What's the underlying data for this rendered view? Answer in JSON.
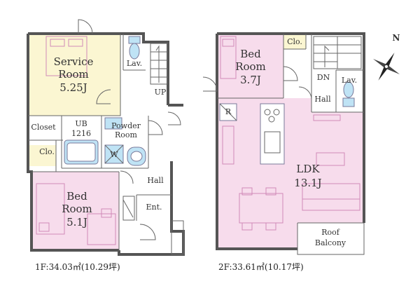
{
  "floor1": {
    "caption": "1F:34.03㎡(10.29坪)",
    "rooms": {
      "service_room": {
        "name_line1": "Service",
        "name_line2": "Room",
        "size": "5.25J"
      },
      "lavatory": "Lav.",
      "stairs_up": "UP",
      "closet": "Closet",
      "ub_line1": "UB",
      "ub_line2": "1216",
      "powder_line1": "Powder",
      "powder_line2": "Room",
      "washer": "W",
      "clo": "Clo.",
      "hall": "Hall",
      "bedroom": {
        "name_line1": "Bed",
        "name_line2": "Room",
        "size": "5.1J"
      },
      "entrance": "Ent."
    }
  },
  "floor2": {
    "caption": "2F:33.61㎡(10.17坪)",
    "rooms": {
      "bedroom": {
        "name_line1": "Bed",
        "name_line2": "Room",
        "size": "3.7J"
      },
      "clo": "Clo.",
      "stairs_down": "DN",
      "lavatory": "Lav.",
      "hall": "Hall",
      "fridge": "R",
      "ldk": {
        "name": "LDK",
        "size": "13.1J"
      },
      "balcony_line1": "Roof",
      "balcony_line2": "Balcony"
    }
  },
  "compass": {
    "north_label": "N"
  },
  "colors": {
    "service_room": "#fbf6d2",
    "bedroom": "#f7dcec",
    "ldk": "#f7dcec",
    "clo": "#fbf6d2",
    "fixture_blue": "#bfe3f5"
  }
}
